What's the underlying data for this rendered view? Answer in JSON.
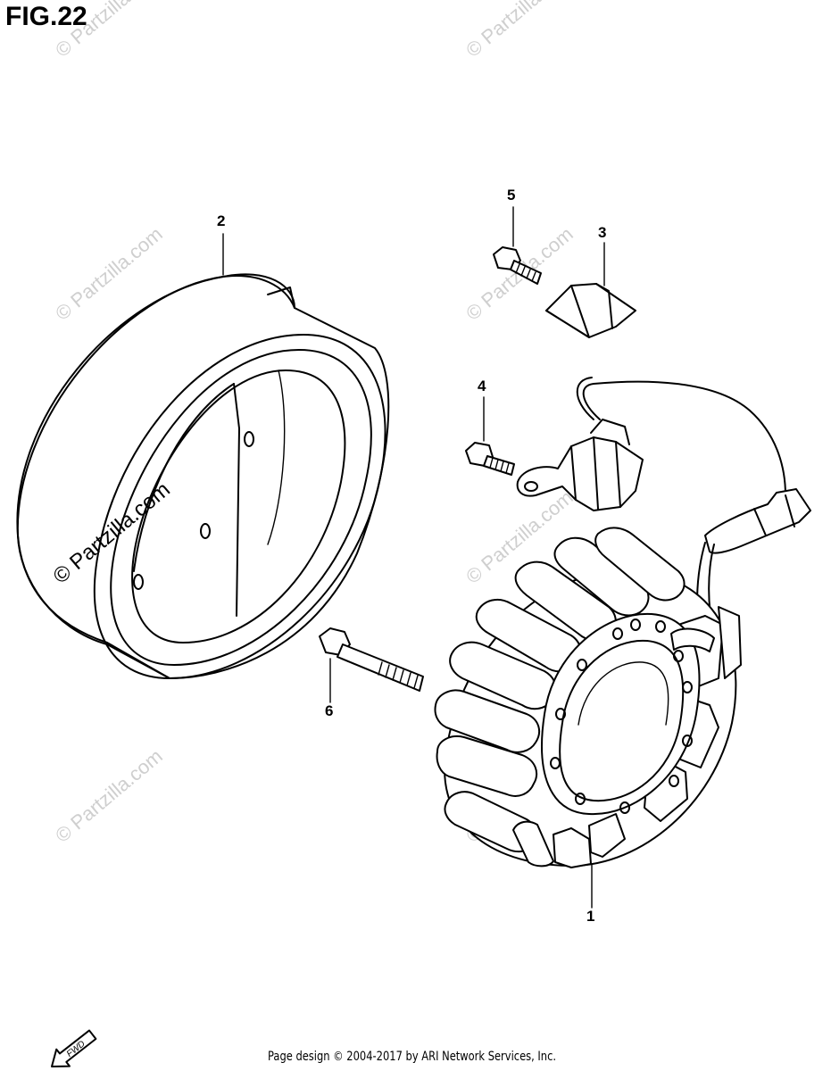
{
  "figure": {
    "title": "FIG.22"
  },
  "callouts": [
    {
      "id": "1",
      "label": "1"
    },
    {
      "id": "2",
      "label": "2"
    },
    {
      "id": "3",
      "label": "3"
    },
    {
      "id": "4",
      "label": "4"
    },
    {
      "id": "5",
      "label": "5"
    },
    {
      "id": "6",
      "label": "6"
    }
  ],
  "watermark": {
    "text": "© Partzilla.com"
  },
  "direction_arrow": {
    "label": "FWD"
  },
  "footer": {
    "text": "Page design © 2004-2017 by ARI Network Services, Inc."
  }
}
